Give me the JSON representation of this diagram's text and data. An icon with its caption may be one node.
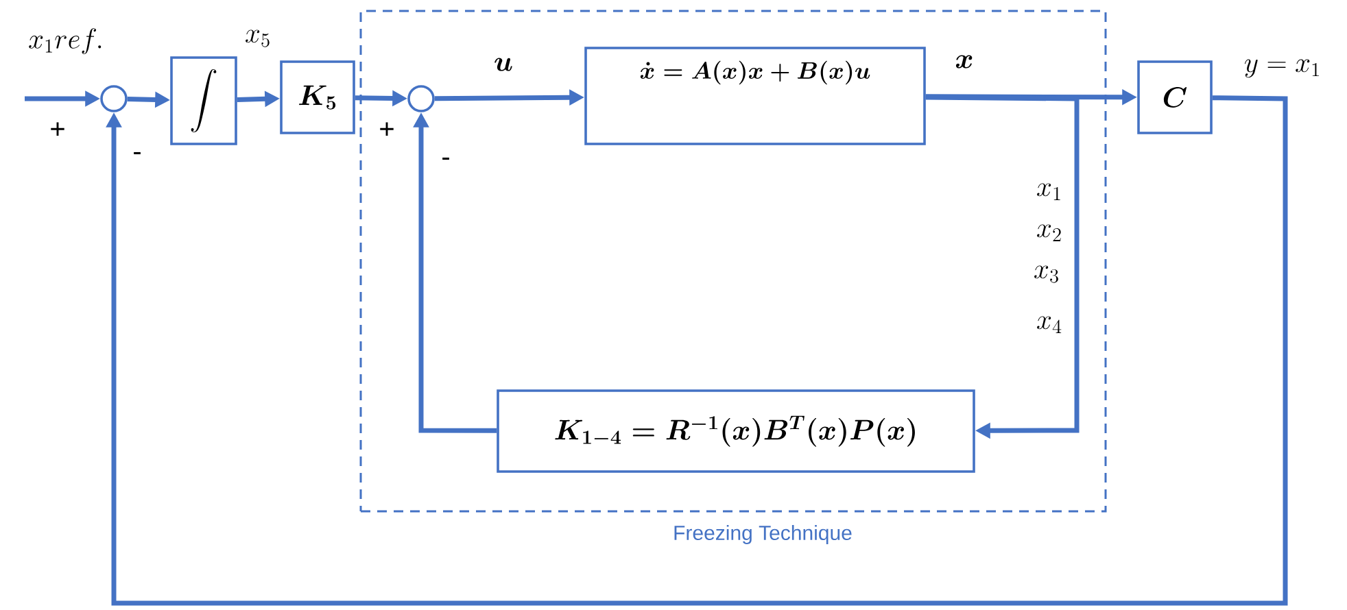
{
  "diagram": {
    "nodes": [
      {
        "text": [
          "Freezing Technique"
        ]
      },
      {
        "text": [],
        "shape": "circle"
      },
      {
        "text": [
          "\\int"
        ]
      },
      {
        "text": [
          "K_5"
        ]
      },
      {
        "text": [],
        "shape": "circle",
        "in": 0
      },
      {
        "text": [
          "\\dot{x}=A(x)x+B(x)u"
        ],
        "in": 0
      },
      {
        "text": [
          "K_{1-4}=R^{-1}(x)B^{T}(x)P(x)"
        ],
        "in": 0
      },
      {
        "text": [
          "C"
        ]
      }
    ],
    "edges": [
      {
        "from": null,
        "to": 1,
        "arrow": "to",
        "label": "x_1 ref."
      },
      {
        "from": 1,
        "to": 2,
        "arrow": "to"
      },
      {
        "from": 2,
        "to": 3,
        "arrow": "to",
        "label": "x_5"
      },
      {
        "from": 3,
        "to": 4,
        "arrow": "to"
      },
      {
        "from": 4,
        "to": 5,
        "arrow": "to",
        "label": "u"
      },
      {
        "from": 5,
        "to": 7,
        "arrow": "to",
        "label": "x"
      },
      {
        "from": 5,
        "to": 6,
        "arrow": "to"
      },
      {
        "from": 6,
        "to": 4,
        "arrow": "to"
      },
      {
        "from": 7,
        "to": 1,
        "arrow": "to",
        "label": "y = x_1"
      }
    ],
    "labels": [
      "+",
      "-",
      "+",
      "-",
      "x_1",
      "x_2",
      "x_3",
      "x_4"
    ]
  }
}
